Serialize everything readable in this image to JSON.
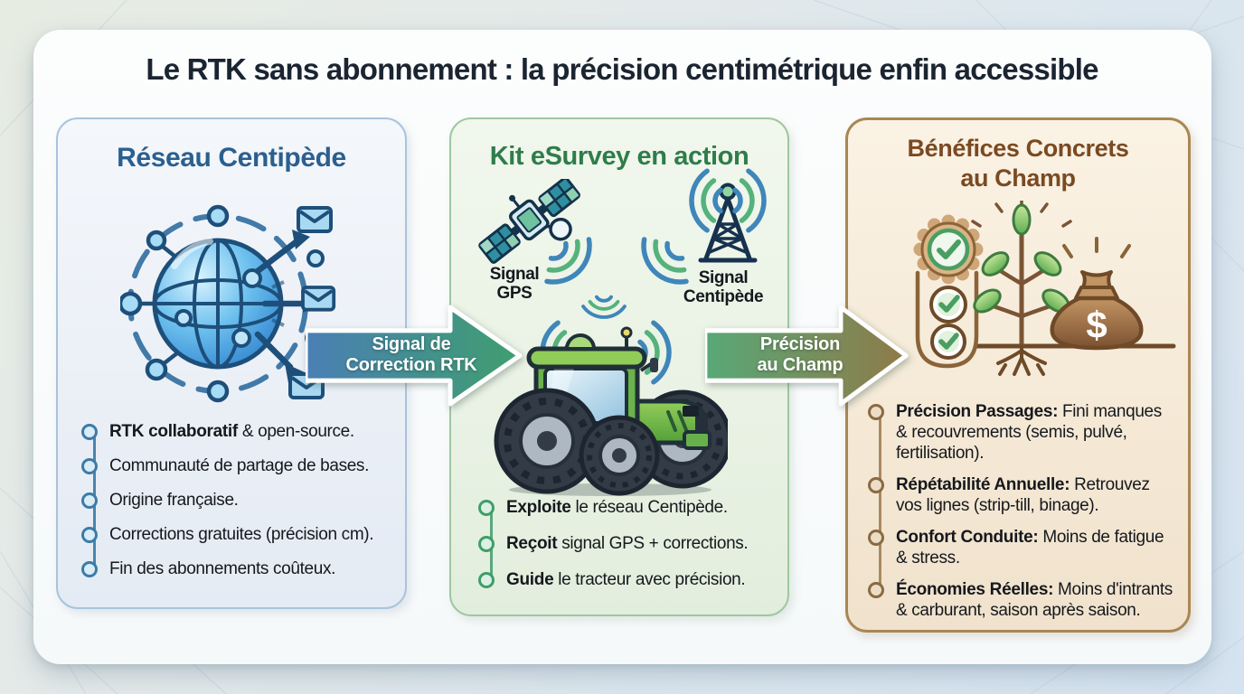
{
  "title": "Le RTK sans abonnement : la précision centimétrique enfin accessible",
  "colors": {
    "title_text": "#1b2531",
    "network_accent": "#2b5f8e",
    "kit_accent": "#2e7d4a",
    "benefits_accent": "#7a4a22",
    "arrow_rtk_from": "#4a7fb5",
    "arrow_rtk_to": "#3f9e6e",
    "arrow_field_from": "#58a877",
    "arrow_field_to": "#8f7a49"
  },
  "panel_network": {
    "title": "Réseau Centipède",
    "items": [
      {
        "lead": "RTK collaboratif",
        "rest": " & open-source."
      },
      {
        "lead": "",
        "rest": "Communauté de partage de bases."
      },
      {
        "lead": "",
        "rest": "Origine française."
      },
      {
        "lead": "",
        "rest": "Corrections gratuites (précision cm)."
      },
      {
        "lead": "",
        "rest": "Fin des abonnements coûteux."
      }
    ]
  },
  "arrow_rtk": {
    "line1": "Signal de",
    "line2": "Correction RTK"
  },
  "panel_kit": {
    "title": "Kit eSurvey en action",
    "label_gps_line1": "Signal",
    "label_gps_line2": "GPS",
    "label_centipede_line1": "Signal",
    "label_centipede_line2": "Centipède",
    "items": [
      {
        "lead": "Exploite",
        "rest": " le réseau Centipède."
      },
      {
        "lead": "Reçoit",
        "rest": " signal GPS + corrections."
      },
      {
        "lead": "Guide",
        "rest": " le tracteur avec précision."
      }
    ]
  },
  "arrow_field": {
    "line1": "Précision",
    "line2": "au Champ"
  },
  "panel_benefits": {
    "title_line1": "Bénéfices Concrets",
    "title_line2": "au Champ",
    "items": [
      {
        "lead": "Précision Passages:",
        "rest": " Fini manques & recouvrements (semis, pulvé, fertilisation)."
      },
      {
        "lead": "Répétabilité Annuelle:",
        "rest": " Retrouvez vos lignes (strip-till, binage)."
      },
      {
        "lead": "Confort Conduite:",
        "rest": " Moins de fatigue & stress."
      },
      {
        "lead": "Économies Réelles:",
        "rest": " Moins d'intrants & carburant, saison après saison."
      }
    ]
  },
  "icons": {
    "network": "globe-network-icon",
    "messages": "envelope-icon",
    "gps": "satellite-icon",
    "base_station": "radio-tower-icon",
    "machine": "tractor-icon",
    "signal": "wifi-waves-icon",
    "quality": "certified-badge-icon",
    "checks": "checkmark-icon",
    "growth": "plant-icon",
    "savings": "money-bag-icon",
    "money_symbol": "$"
  }
}
